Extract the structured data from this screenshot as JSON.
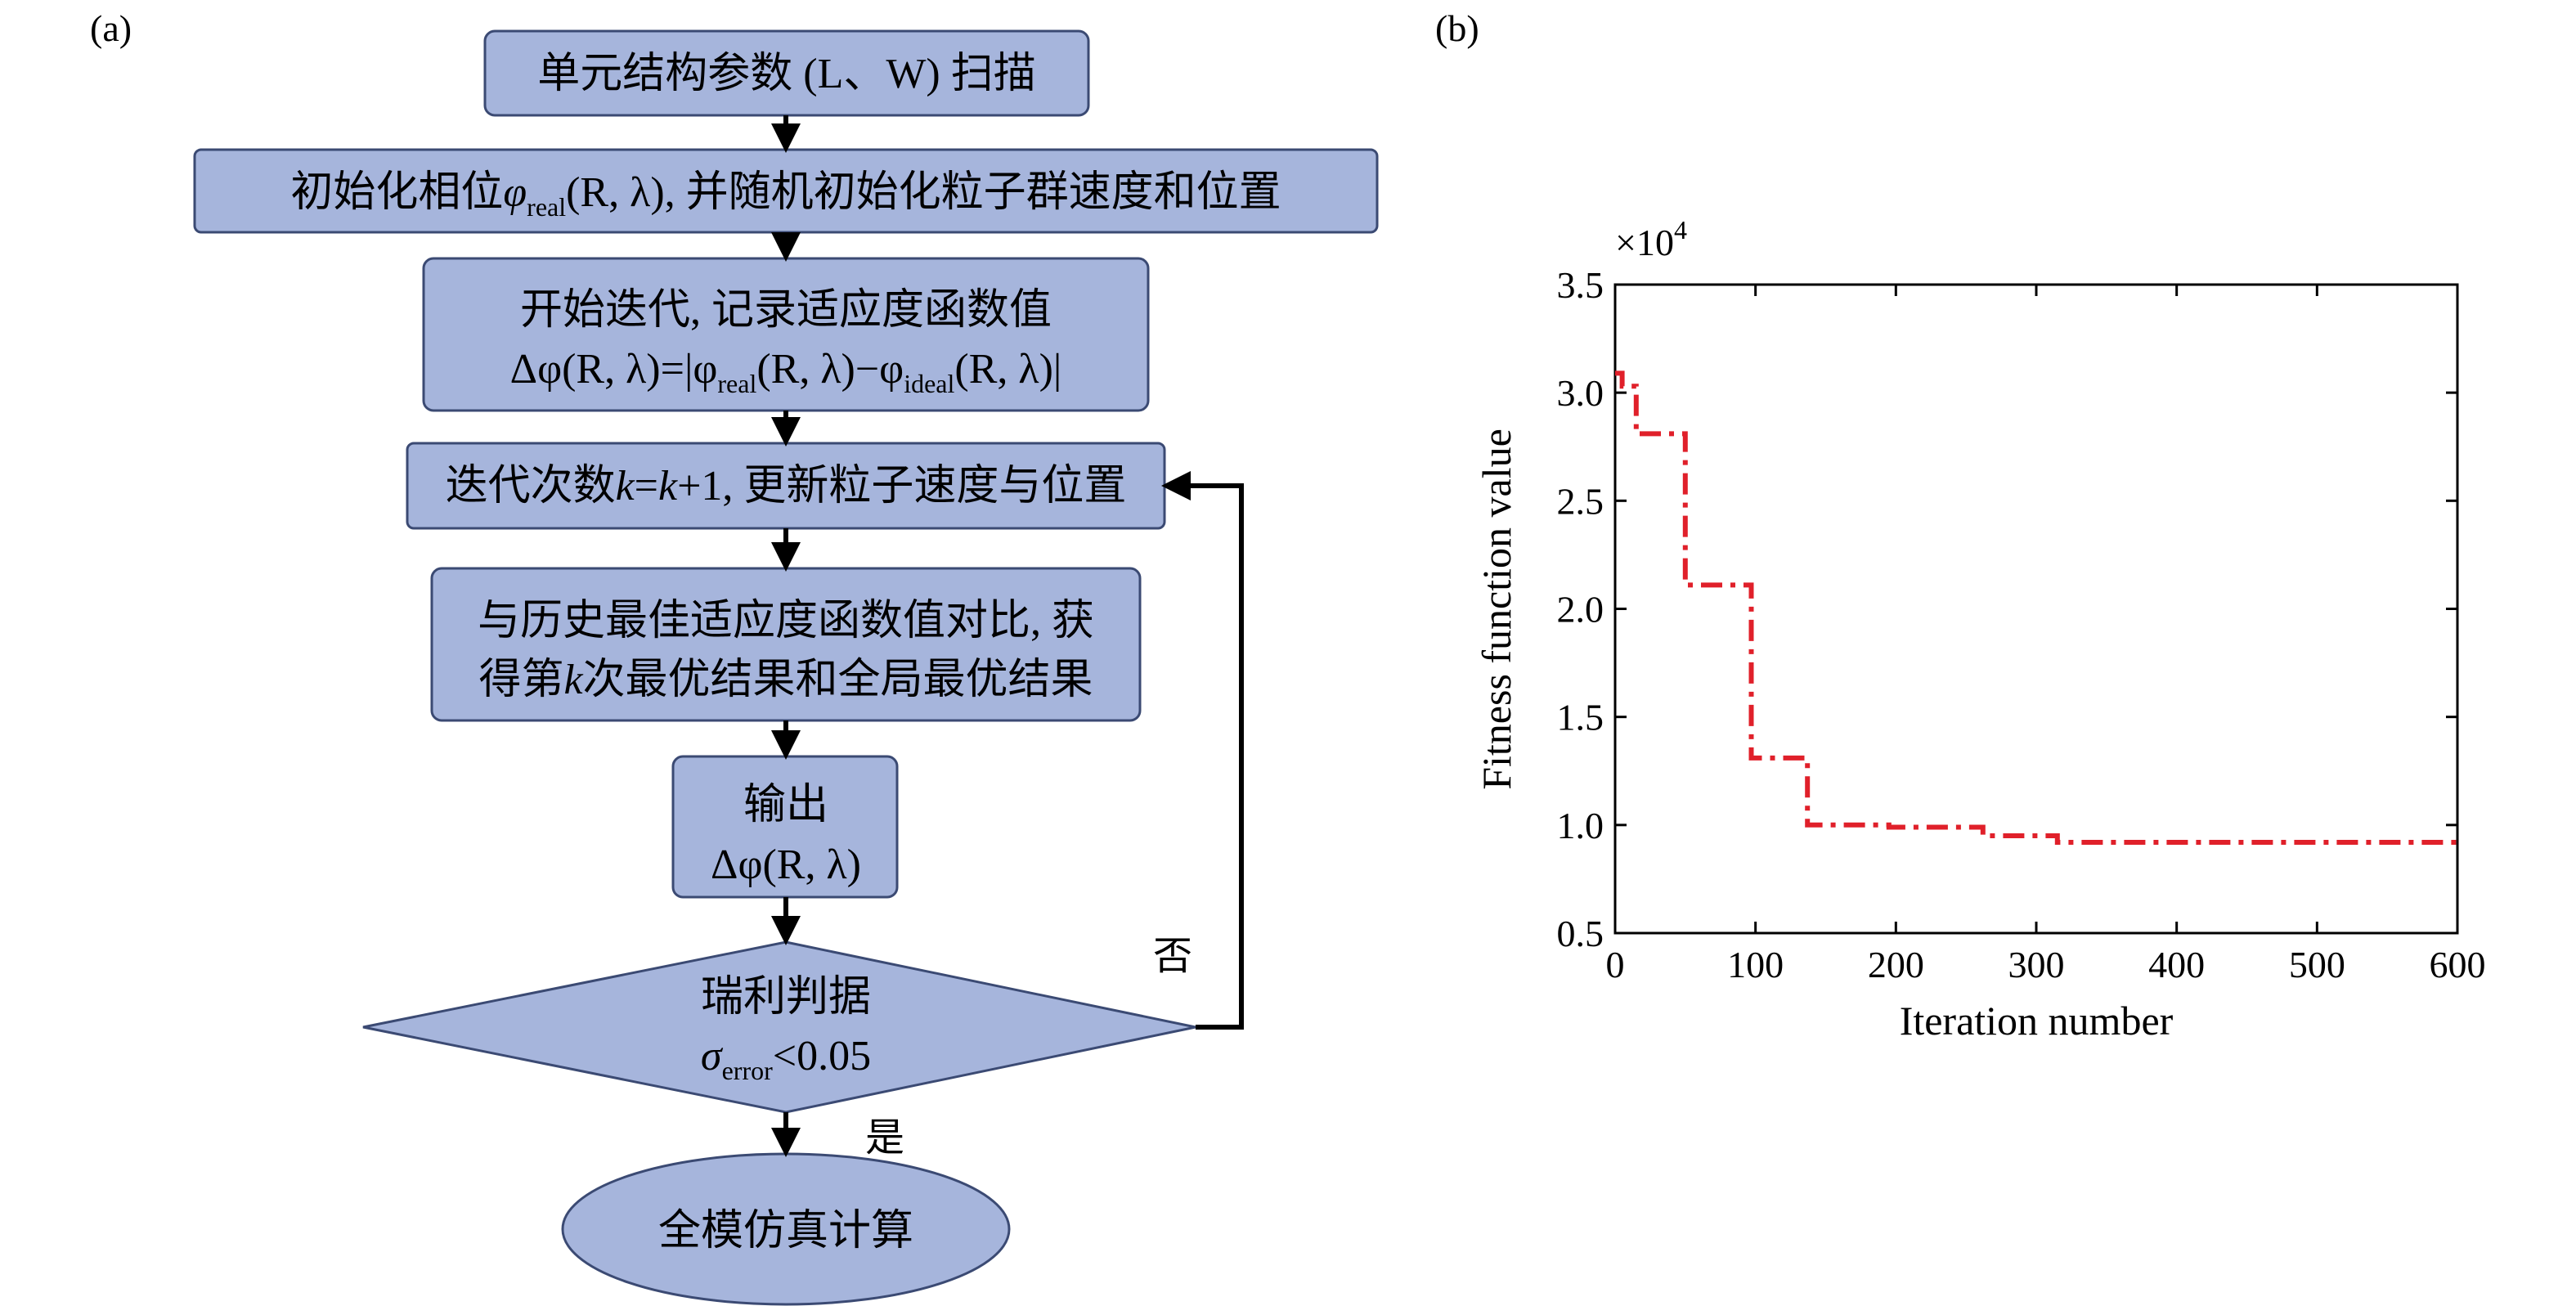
{
  "panel_a": {
    "label": "(a)",
    "nodes": {
      "n1": "单元结构参数 (L、W) 扫描",
      "n2": {
        "pre": "初始化相位",
        "phi": "φ",
        "sub": "real",
        "post": "(R, λ), 并随机初始化粒子群速度和位置"
      },
      "n3": {
        "line1": "开始迭代, 记录适应度函数值",
        "l2a": "Δφ(R, λ)=|φ",
        "l2sub1": "real",
        "l2b": "(R, λ)−φ",
        "l2sub2": "ideal",
        "l2c": "(R, λ)|"
      },
      "n4": {
        "a": "迭代次数",
        "k1": "k",
        "eq": "=",
        "k2": "k",
        "b": "+1, 更新粒子速度与位置"
      },
      "n5": {
        "line1": "与历史最佳适应度函数值对比, 获",
        "a": "得第",
        "k": "k",
        "b": "次最优结果和全局最优结果"
      },
      "n6": {
        "line1": "输出",
        "line2": "Δφ(R, λ)"
      },
      "n7": {
        "line1": "瑞利判据",
        "sigma": "σ",
        "sub": "error",
        "cond": "<0.05"
      },
      "n8": "全模仿真计算"
    },
    "edge_labels": {
      "no": "否",
      "yes": "是"
    },
    "colors": {
      "box_fill": "#a6b5dc",
      "box_stroke": "#3b4a73"
    }
  },
  "panel_b": {
    "label": "(b)",
    "exponent_label": "×10",
    "exponent_sup": "4",
    "x_ticks": [
      "0",
      "100",
      "200",
      "300",
      "400",
      "500",
      "600"
    ],
    "y_ticks": [
      "0.5",
      "1.0",
      "1.5",
      "2.0",
      "2.5",
      "3.0",
      "3.5"
    ]
  },
  "chart_data": {
    "type": "line",
    "title": "",
    "xlabel": "Iteration number",
    "ylabel": "Fitness function value",
    "xlim": [
      0,
      600
    ],
    "ylim": [
      0.5,
      3.5
    ],
    "y_multiplier": 10000,
    "grid": false,
    "line_color": "#e0202a",
    "line_style": "dash-dot",
    "series": [
      {
        "x": [
          0,
          5,
          5,
          15,
          15,
          50,
          50,
          97,
          97,
          137,
          137,
          195,
          195,
          262,
          262,
          315,
          315,
          600
        ],
        "y": [
          3.09,
          3.09,
          3.03,
          3.03,
          2.81,
          2.81,
          2.11,
          2.11,
          1.31,
          1.31,
          1.0,
          1.0,
          0.99,
          0.99,
          0.95,
          0.95,
          0.92,
          0.92
        ]
      }
    ]
  }
}
